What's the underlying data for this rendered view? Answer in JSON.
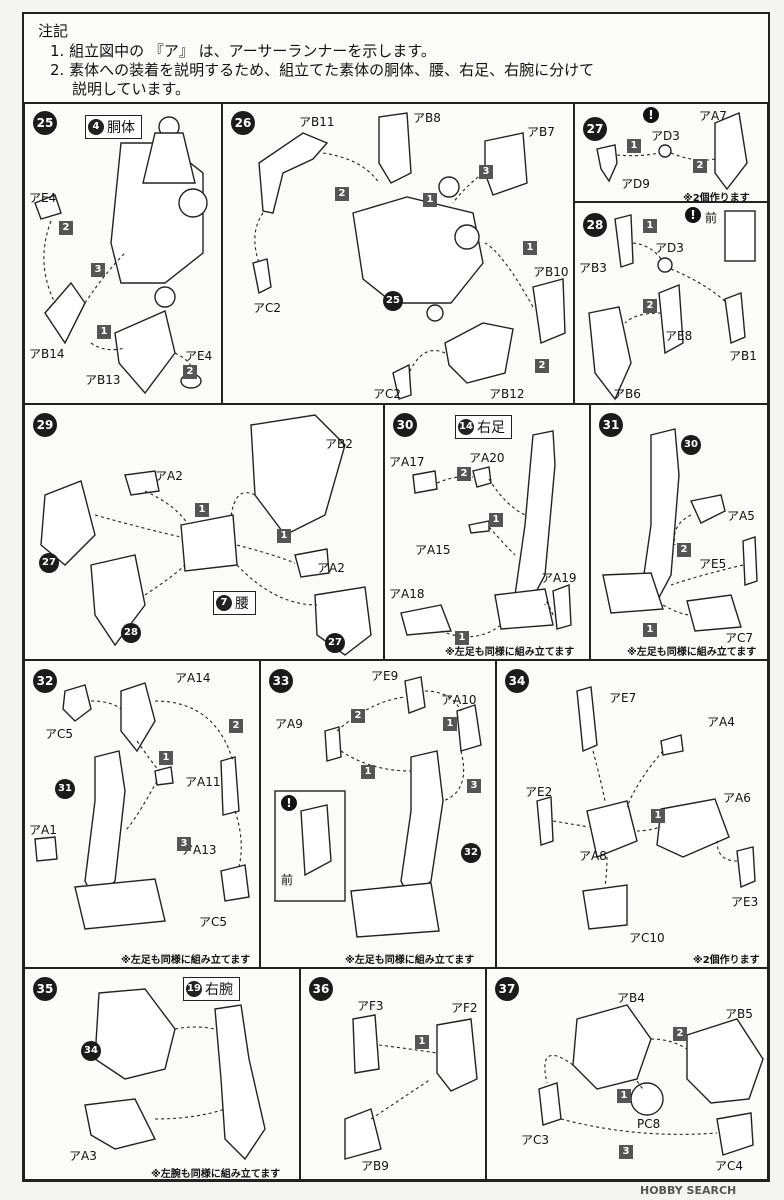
{
  "notes": {
    "heading": "注記",
    "line1": "1. 組立図中の 『ア』 は、アーサーランナーを示します。",
    "line2": "2. 素体への装着を説明するため、組立てた素体の胴体、腰、右足、右腕に分けて",
    "line3": "説明しています。"
  },
  "steps": {
    "s25": {
      "no": "25",
      "group_no": "4",
      "group": "胴体",
      "labels": [
        "アE4",
        "アB14",
        "アB13",
        "アE4"
      ],
      "nums": [
        "2",
        "3",
        "1",
        "2"
      ]
    },
    "s26": {
      "no": "26",
      "ref": "25",
      "labels": [
        "アB11",
        "アB8",
        "アB7",
        "アC2",
        "アB10",
        "アC2",
        "アB12"
      ],
      "nums": [
        "2",
        "1",
        "3",
        "1",
        "2"
      ]
    },
    "s27": {
      "no": "27",
      "labels": [
        "アA7",
        "アD3",
        "アD9"
      ],
      "nums": [
        "1",
        "2"
      ],
      "note": "※2個作ります"
    },
    "s28": {
      "no": "28",
      "front": "前",
      "labels": [
        "アD3",
        "アB3",
        "アE8",
        "アB1",
        "アB6"
      ],
      "nums": [
        "1",
        "2"
      ]
    },
    "s29": {
      "no": "29",
      "group_no": "7",
      "group": "腰",
      "refs": [
        "27",
        "28",
        "27"
      ],
      "labels": [
        "アB2",
        "アA2",
        "アA2"
      ],
      "nums": [
        "1",
        "1"
      ]
    },
    "s30": {
      "no": "30",
      "group_no": "14",
      "group": "右足",
      "labels": [
        "アA17",
        "アA20",
        "アA15",
        "アA18",
        "アA19"
      ],
      "nums": [
        "2",
        "1",
        "1"
      ],
      "note": "※左足も同様に組み立てます"
    },
    "s31": {
      "no": "31",
      "ref": "30",
      "labels": [
        "アA5",
        "アE5",
        "アC7"
      ],
      "nums": [
        "2",
        "1"
      ],
      "note": "※左足も同様に組み立てます"
    },
    "s32": {
      "no": "32",
      "ref": "31",
      "labels": [
        "アA14",
        "アC5",
        "アA11",
        "アA13",
        "アA1",
        "アC5"
      ],
      "nums": [
        "2",
        "1",
        "3"
      ],
      "note": "※左足も同様に組み立てます"
    },
    "s33": {
      "no": "33",
      "ref": "32",
      "front": "前",
      "labels": [
        "アE9",
        "アA10",
        "アA9"
      ],
      "nums": [
        "2",
        "1",
        "1",
        "3"
      ],
      "note": "※左足も同様に組み立てます"
    },
    "s34": {
      "no": "34",
      "labels": [
        "アE7",
        "アA4",
        "アE2",
        "アA6",
        "アA8",
        "アE3",
        "アC10"
      ],
      "nums": [
        "1"
      ],
      "note": "※2個作ります"
    },
    "s35": {
      "no": "35",
      "ref": "34",
      "group_no": "19",
      "group": "右腕",
      "labels": [
        "アA3"
      ],
      "note": "※左腕も同様に組み立てます"
    },
    "s36": {
      "no": "36",
      "labels": [
        "アF3",
        "アF2",
        "アB9"
      ],
      "nums": [
        "1"
      ]
    },
    "s37": {
      "no": "37",
      "labels": [
        "アB4",
        "アB5",
        "PC8",
        "アC3",
        "アC4"
      ],
      "nums": [
        "2",
        "1",
        "3"
      ]
    }
  },
  "watermark": "HOBBY SEARCH"
}
